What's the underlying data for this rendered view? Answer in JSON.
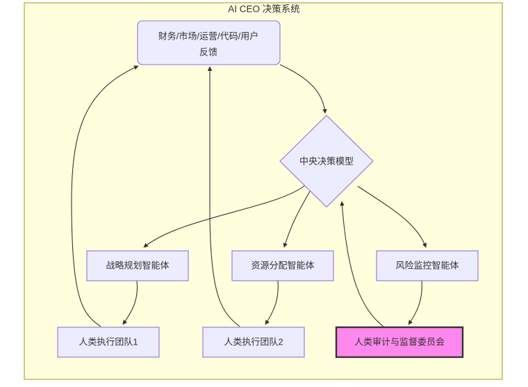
{
  "diagram": {
    "type": "flowchart",
    "direction": "top-down",
    "subgraph": {
      "title": "AI CEO 决策系统",
      "fill_color": "#ffffde",
      "border_color": "#aaaa33"
    },
    "theme": {
      "node_fill": "#ececff",
      "node_border": "#9370db",
      "highlight_fill": "#ff88ee",
      "highlight_border": "#333333",
      "edge_color": "#333333",
      "text_color": "#333333"
    },
    "nodes": [
      {
        "id": "data-sources",
        "label": "财务/市场/运营/代码/用户反馈",
        "label_line1": "财务/市场/运营/代码/用户",
        "label_line2": "反馈",
        "shape": "rounded-rect",
        "style": "default"
      },
      {
        "id": "central-model",
        "label": "中央决策模型",
        "shape": "diamond",
        "style": "default"
      },
      {
        "id": "strategy-agent",
        "label": "战略规划智能体",
        "shape": "rect",
        "style": "default"
      },
      {
        "id": "resource-agent",
        "label": "资源分配智能体",
        "shape": "rect",
        "style": "default"
      },
      {
        "id": "risk-agent",
        "label": "风险监控智能体",
        "shape": "rect",
        "style": "default"
      },
      {
        "id": "human-team-1",
        "label": "人类执行团队1",
        "shape": "rect",
        "style": "default"
      },
      {
        "id": "human-team-2",
        "label": "人类执行团队2",
        "shape": "rect",
        "style": "default"
      },
      {
        "id": "audit-committee",
        "label": "人类审计与监督委员会",
        "shape": "rect",
        "style": "highlight"
      }
    ],
    "edges": [
      {
        "from": "data-sources",
        "to": "central-model"
      },
      {
        "from": "central-model",
        "to": "strategy-agent"
      },
      {
        "from": "central-model",
        "to": "resource-agent"
      },
      {
        "from": "central-model",
        "to": "risk-agent"
      },
      {
        "from": "strategy-agent",
        "to": "human-team-1"
      },
      {
        "from": "resource-agent",
        "to": "human-team-2"
      },
      {
        "from": "risk-agent",
        "to": "audit-committee"
      },
      {
        "from": "human-team-1",
        "to": "data-sources"
      },
      {
        "from": "human-team-2",
        "to": "data-sources"
      },
      {
        "from": "audit-committee",
        "to": "central-model"
      }
    ]
  }
}
